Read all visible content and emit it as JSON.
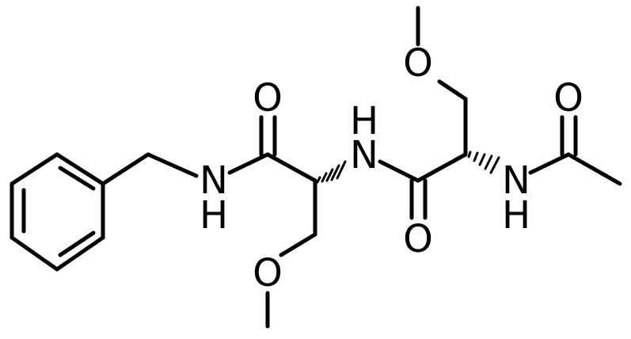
{
  "molecule": {
    "labels": {
      "o_top": "O",
      "n_left": "N",
      "h_left": "H",
      "o_left_carbonyl": "O",
      "h_mid": "H",
      "n_mid": "N",
      "o_left_methoxy": "O",
      "o_mid_carbonyl": "O",
      "n_right": "N",
      "h_right": "H",
      "o_acetyl": "O"
    },
    "colors": {
      "bond": "#000000",
      "text": "#000000",
      "background": "#ffffff"
    }
  }
}
